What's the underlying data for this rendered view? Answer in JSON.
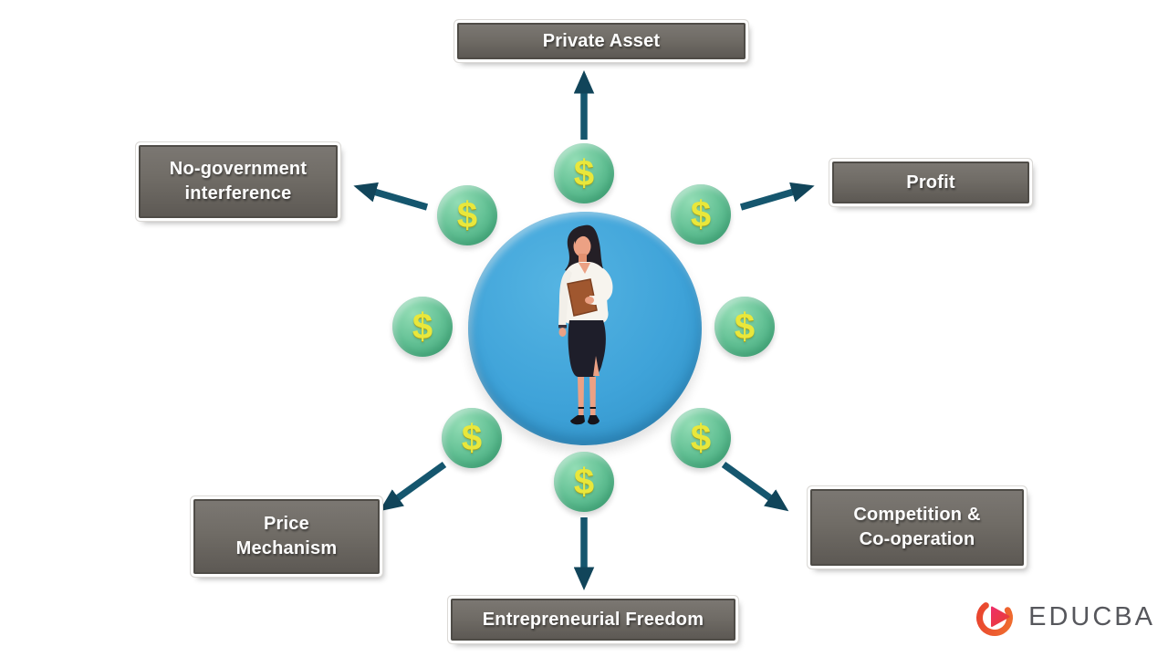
{
  "diagram": {
    "boxes": {
      "private_asset": {
        "label": "Private Asset"
      },
      "no_government": {
        "label": "No-government\ninterference"
      },
      "profit": {
        "label": "Profit"
      },
      "competition": {
        "label": "Competition &\nCo-operation"
      },
      "price_mechanism": {
        "label": "Price\nMechanism"
      },
      "entrepreneurial_freedom": {
        "label": "Entrepreneurial Freedom"
      }
    },
    "coins": {
      "symbol": "$",
      "count": 8
    },
    "colors": {
      "box_bg": "#6e6a64",
      "box_border": "#4f4c47",
      "box_text": "#fdfdfd",
      "arrow": "#15566e",
      "arrow_head": "#11455a",
      "coin_green": "#62c094",
      "coin_symbol": "#e9e73b",
      "circle_blue": "#3fa3d9",
      "logo_red": "#e8402f",
      "logo_orange": "#f0702f",
      "logo_pink": "#ee2e68",
      "logo_text": "#56575c",
      "background": "#ffffff"
    }
  },
  "logo": {
    "brand": "EDUCBA"
  }
}
